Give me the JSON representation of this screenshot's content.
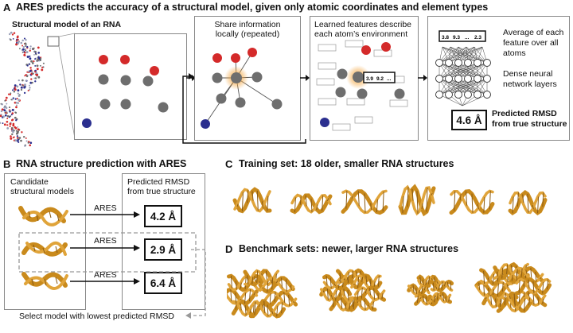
{
  "panel_a": {
    "letter": "A",
    "title": "ARES predicts the accuracy of a structural model, given only atomic coordinates and element types",
    "structural_model_label": "Structural model of an RNA",
    "share_info_label_1": "Share information",
    "share_info_label_2": "locally (repeated)",
    "learned_features_label_1": "Learned features describe",
    "learned_features_label_2": "each atom’s environment",
    "feature_vector_center": "3.9",
    "feature_vector_center_2": "9.2",
    "feature_vector_center_3": "...",
    "average_vector": [
      "3.8",
      "9.3",
      "...",
      "2.3"
    ],
    "average_label_1": "Average of each",
    "average_label_2": "feature over all",
    "average_label_3": "atoms",
    "dense_label_1": "Dense neural",
    "dense_label_2": "network layers",
    "predicted_value": "4.6 Å",
    "predicted_label_1": "Predicted RMSD",
    "predicted_label_2": "from true structure"
  },
  "panel_b": {
    "letter": "B",
    "title": "RNA structure prediction with ARES",
    "candidate_label_1": "Candidate",
    "candidate_label_2": "structural models",
    "predicted_label_1": "Predicted RMSD",
    "predicted_label_2": "from true structure",
    "arrow_label": "ARES",
    "rows": [
      {
        "arrow_label": "ARES",
        "value": "4.2 Å"
      },
      {
        "arrow_label": "ARES",
        "value": "2.9 Å"
      },
      {
        "arrow_label": "ARES",
        "value": "6.4 Å"
      }
    ],
    "select_label": "Select model with lowest predicted RMSD"
  },
  "panel_c": {
    "letter": "C",
    "title": "Training set: 18 older, smaller RNA structures"
  },
  "panel_d": {
    "letter": "D",
    "title": "Benchmark sets: newer, larger RNA structures"
  },
  "colors": {
    "oxygen": "#d42a2a",
    "carbon": "#6e6e6e",
    "nitrogen": "#2b2f8f",
    "rna": "#c98a1c",
    "highlight": "#f3a640",
    "box_border": "#888888"
  }
}
